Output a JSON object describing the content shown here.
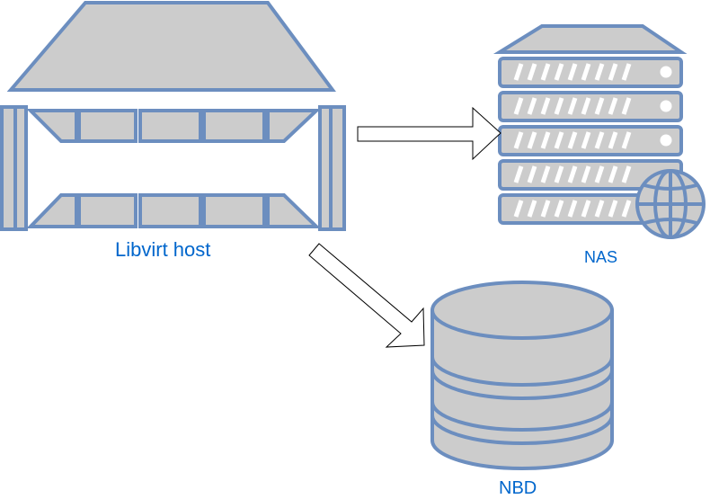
{
  "labels": {
    "libvirt_host": "Libvirt host",
    "nas": "NAS",
    "nbd": "NBD"
  },
  "colors": {
    "stroke": "#6C8EBF",
    "fill": "#CCCCCC",
    "label": "#0066CC",
    "arrow_fill": "#FFFFFF",
    "arrow_stroke": "#000000"
  },
  "nodes": [
    {
      "id": "libvirt-host",
      "icon": "server-rack-icon",
      "label": "Libvirt host"
    },
    {
      "id": "nas",
      "icon": "network-storage-server-icon",
      "label": "NAS"
    },
    {
      "id": "nbd",
      "icon": "database-cylinder-icon",
      "label": "NBD"
    }
  ],
  "edges": [
    {
      "from": "libvirt-host",
      "to": "nas"
    },
    {
      "from": "libvirt-host",
      "to": "nbd"
    }
  ]
}
